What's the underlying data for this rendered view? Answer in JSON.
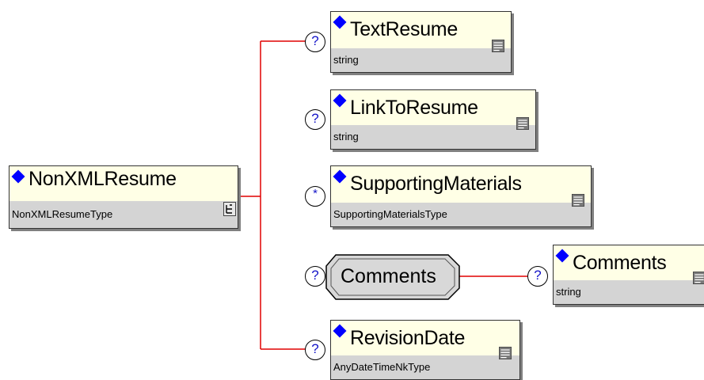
{
  "root": {
    "name": "NonXMLResume",
    "type": "NonXMLResumeType",
    "expand_icon": "expand-children-icon"
  },
  "children": [
    {
      "name": "TextResume",
      "type": "string",
      "occurrence": "?"
    },
    {
      "name": "LinkToResume",
      "type": "string",
      "occurrence": "?"
    },
    {
      "name": "SupportingMaterials",
      "type": "SupportingMaterialsType",
      "occurrence": "*"
    },
    {
      "name": "Comments",
      "occurrence": "?",
      "kind": "group"
    },
    {
      "name": "RevisionDate",
      "type": "AnyDateTimeNkType",
      "occurrence": "?"
    }
  ],
  "group_child": {
    "name": "Comments",
    "type": "string",
    "occurrence": "?"
  },
  "icons": {
    "element_marker": "diamond-icon",
    "documentation": "documentation-icon"
  },
  "colors": {
    "connector": "#e00000",
    "element_bg": "#ffffe6",
    "type_bar": "#d4d4d4",
    "marker": "#0000ff",
    "group_bg": "#d8d8d8"
  }
}
